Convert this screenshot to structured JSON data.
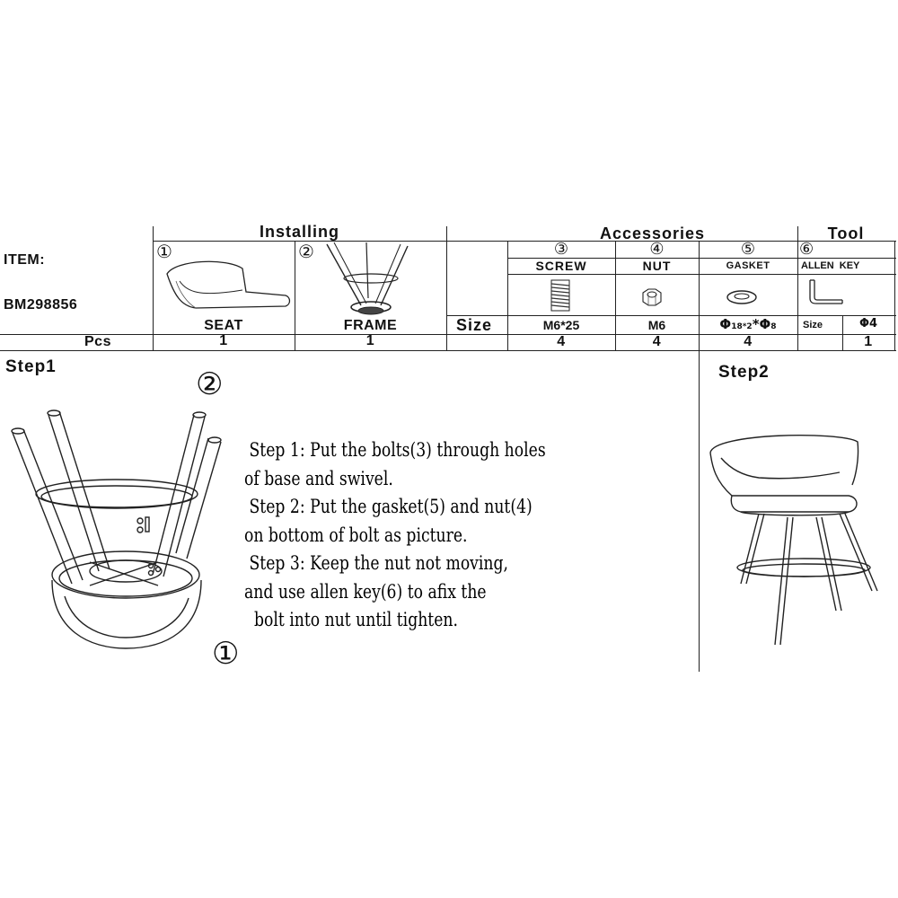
{
  "table": {
    "item_label": "ITEM:",
    "model": "BM298856",
    "section_installing": "Installing",
    "section_accessories": "Accessories",
    "section_tool": "Tool",
    "seat": {
      "num": "①",
      "name": "SEAT",
      "pcs": "1"
    },
    "frame": {
      "num": "②",
      "name": "FRAME",
      "pcs": "1"
    },
    "size_label": "Size",
    "pcs_label": "Pcs",
    "screw": {
      "num": "③",
      "name": "SCREW",
      "size": "M6*25",
      "pcs": "4"
    },
    "nut": {
      "num": "④",
      "name": "NUT",
      "size": "M6",
      "pcs": "4"
    },
    "gasket": {
      "num": "⑤",
      "name": "GASKET",
      "size_main": "Φ",
      "size_a": "18*2",
      "size_mid": "*Φ",
      "size_b": "8",
      "pcs": "4"
    },
    "allen_key": {
      "num": "⑥",
      "name": "ALLEN  KEY",
      "size_label": "Size",
      "size": "Φ4",
      "pcs": "1"
    }
  },
  "steps": {
    "step1_title": "Step1",
    "step2_title": "Step2",
    "callout_frame": "②",
    "callout_seat": "①",
    "instructions": [
      " Step 1: Put the bolts(3) through holes",
      "of base and swivel.",
      " Step 2: Put the gasket(5) and nut(4)",
      "on bottom of bolt as picture.",
      " Step 3: Keep the nut not moving,",
      "and use allen key(6) to afix the",
      "  bolt into nut until tighten."
    ]
  }
}
